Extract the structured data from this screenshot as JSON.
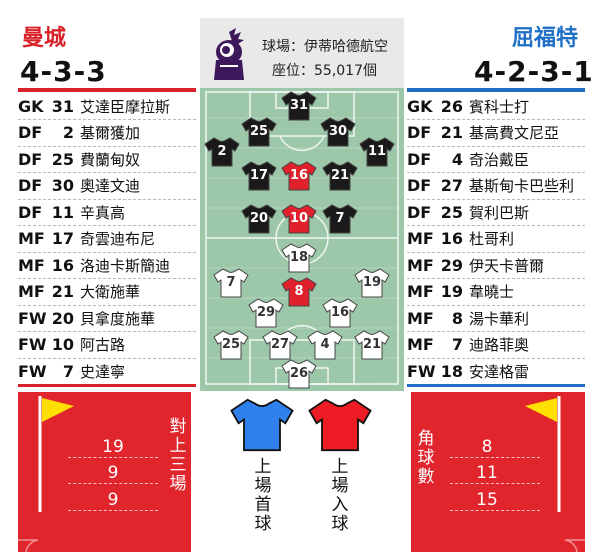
{
  "home": {
    "name": "曼城",
    "formation": "4-3-3",
    "players": [
      {
        "pos": "GK",
        "num": "31",
        "name": "艾達臣摩拉斯"
      },
      {
        "pos": "DF",
        "num": "2",
        "name": "基爾獲加"
      },
      {
        "pos": "DF",
        "num": "25",
        "name": "費蘭甸奴"
      },
      {
        "pos": "DF",
        "num": "30",
        "name": "奧達文迪"
      },
      {
        "pos": "DF",
        "num": "11",
        "name": "辛真高"
      },
      {
        "pos": "MF",
        "num": "17",
        "name": "奇雲迪布尼"
      },
      {
        "pos": "MF",
        "num": "16",
        "name": "洛迪卡斯簡迪"
      },
      {
        "pos": "MF",
        "num": "21",
        "name": "大衛施華"
      },
      {
        "pos": "FW",
        "num": "20",
        "name": "貝拿度施華"
      },
      {
        "pos": "FW",
        "num": "10",
        "name": "阿古路"
      },
      {
        "pos": "FW",
        "num": "7",
        "name": "史達寧"
      }
    ],
    "stats": [
      "19",
      "9",
      "9"
    ]
  },
  "away": {
    "name": "屈福特",
    "formation": "4-2-3-1",
    "players": [
      {
        "pos": "GK",
        "num": "26",
        "name": "賓科士打"
      },
      {
        "pos": "DF",
        "num": "21",
        "name": "基高費文尼亞"
      },
      {
        "pos": "DF",
        "num": "4",
        "name": "奇治戴臣"
      },
      {
        "pos": "DF",
        "num": "27",
        "name": "基斯甸卡巴些利"
      },
      {
        "pos": "DF",
        "num": "25",
        "name": "賀利巴斯"
      },
      {
        "pos": "MF",
        "num": "16",
        "name": "杜哥利"
      },
      {
        "pos": "MF",
        "num": "29",
        "name": "伊天卡普爾"
      },
      {
        "pos": "MF",
        "num": "19",
        "name": "韋曉士"
      },
      {
        "pos": "MF",
        "num": "8",
        "name": "湯卡華利"
      },
      {
        "pos": "MF",
        "num": "7",
        "name": "迪路菲奧"
      },
      {
        "pos": "FW",
        "num": "18",
        "name": "安達格雷"
      }
    ],
    "stats": [
      "8",
      "11",
      "15"
    ]
  },
  "venue": {
    "stadium": "球場：伊蒂哈德航空",
    "capacity": "座位：55,017個"
  },
  "pitch": {
    "home_shirts": [
      {
        "num": "31",
        "style": "black"
      },
      {
        "num": "25",
        "style": "black"
      },
      {
        "num": "30",
        "style": "black"
      },
      {
        "num": "2",
        "style": "black"
      },
      {
        "num": "11",
        "style": "black"
      },
      {
        "num": "17",
        "style": "black"
      },
      {
        "num": "16",
        "style": "red"
      },
      {
        "num": "21",
        "style": "black"
      },
      {
        "num": "20",
        "style": "black"
      },
      {
        "num": "10",
        "style": "red"
      },
      {
        "num": "7",
        "style": "black"
      }
    ],
    "away_shirts": [
      {
        "num": "18",
        "style": "white"
      },
      {
        "num": "7",
        "style": "white"
      },
      {
        "num": "19",
        "style": "white"
      },
      {
        "num": "8",
        "style": "red"
      },
      {
        "num": "29",
        "style": "white"
      },
      {
        "num": "16",
        "style": "white"
      },
      {
        "num": "25",
        "style": "white"
      },
      {
        "num": "27",
        "style": "white"
      },
      {
        "num": "4",
        "style": "white"
      },
      {
        "num": "21",
        "style": "white"
      },
      {
        "num": "26",
        "style": "white"
      }
    ]
  },
  "legend": {
    "corner_label": "角球數",
    "h2h_label": "對上三場",
    "first_goal_label": "上場首球",
    "first_conceded_label": "上場入球"
  },
  "colors": {
    "home": "#d9232a",
    "away": "#1e6fc5",
    "pitch": "#9dc7a9",
    "bottom": "#e0262c",
    "flag": "#ffe000"
  }
}
